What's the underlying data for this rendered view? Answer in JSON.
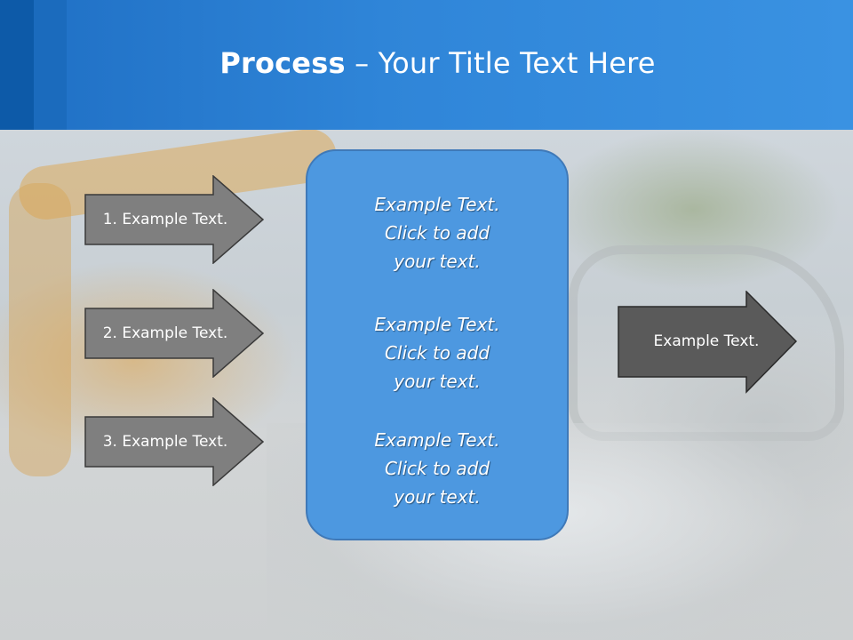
{
  "slide": {
    "title_bold": "Process",
    "title_rest": " – Your Title Text Here"
  },
  "inputs": [
    {
      "label": "1. Example Text."
    },
    {
      "label": "2. Example Text."
    },
    {
      "label": "3. Example Text."
    }
  ],
  "center": {
    "paragraphs": [
      "Example Text.\nClick  to add\nyour text.",
      "Example Text.\nClick  to add\nyour text.",
      "Example Text.\nClick  to add\nyour text."
    ]
  },
  "output": {
    "label": "Example Text."
  },
  "colors": {
    "header": "#2f85d8",
    "arrow_fill": "#7f7f7f",
    "arrow_out_fill": "#5a5a5a",
    "box_fill": "#4d98e0"
  }
}
